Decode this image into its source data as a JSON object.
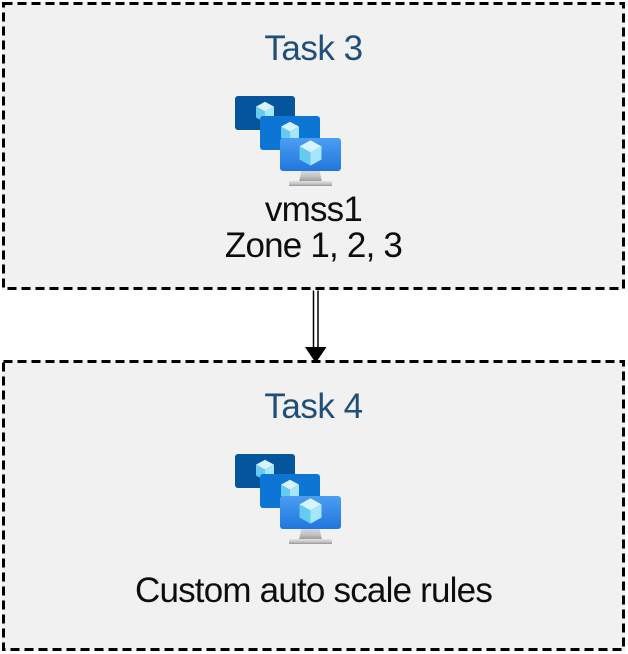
{
  "diagram": {
    "background": "#ffffff",
    "box_fill": "#f1f1f1",
    "box_border_color": "#000000",
    "box_border_style": "dashed",
    "title_color": "#1f4e79",
    "body_text_color": "#0d0d0d",
    "tasks": [
      {
        "title": "Task 3",
        "icon": "vm-scale-set-icon",
        "lines": [
          "vmss1",
          "Zone 1, 2, 3"
        ]
      },
      {
        "title": "Task 4",
        "icon": "vm-scale-set-icon",
        "lines": [
          "Custom auto scale rules"
        ]
      }
    ],
    "connector": {
      "type": "double-line-arrow",
      "direction": "down",
      "color": "#000000",
      "from": "Task 3",
      "to": "Task 4"
    },
    "icon_colors": {
      "monitor_back": "#04559c",
      "monitor_middle": "#0d76d4",
      "monitor_front_top": "#4b9ef1",
      "monitor_front_bottom": "#2076dd",
      "cube_top": "#d6f3fe",
      "cube_left": "#66cbf1",
      "cube_right": "#a5e6fa",
      "stand_light": "#e2e2e2",
      "stand_dark": "#949494"
    }
  }
}
